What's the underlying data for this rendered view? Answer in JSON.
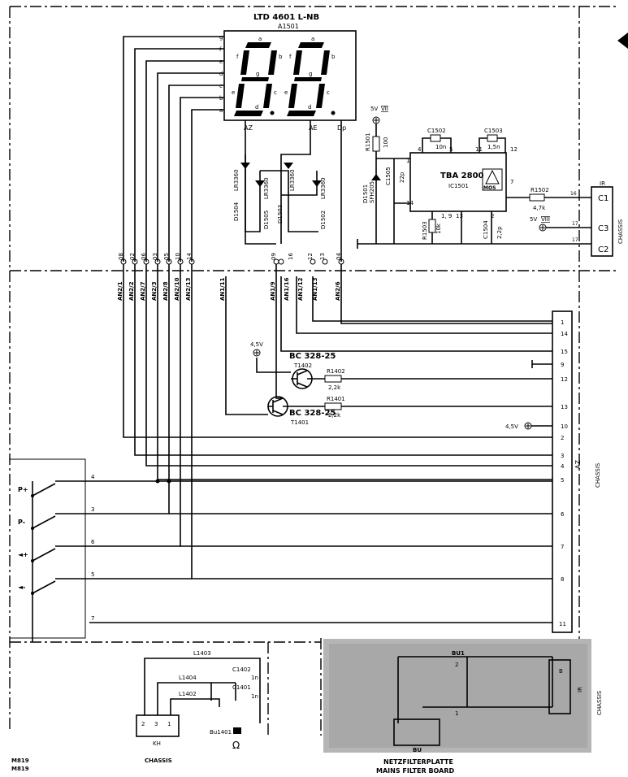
{
  "display": {
    "title": "LTD 4601 L-NB",
    "ref": "A1501",
    "pins": [
      "g",
      "f",
      "e",
      "d",
      "c",
      "b",
      "a"
    ],
    "seg_labels": [
      "a",
      "b",
      "c",
      "d",
      "e",
      "f",
      "g"
    ],
    "bottom_pins": [
      "AZ",
      "AE",
      "Dp"
    ]
  },
  "ic": {
    "name": "TBA 2800",
    "ref": "IC1501",
    "logo": "MOS",
    "pin_labels": [
      "4",
      "5",
      "11",
      "12",
      "7",
      "1",
      "1, 9",
      "13",
      "2",
      "14"
    ]
  },
  "power": {
    "v5_top": "5V",
    "v5_top_sub": "VII",
    "v5_mid": "5V",
    "v5_mid_sub": "VIII",
    "v45a": "4,5V",
    "v45b": "4,5V"
  },
  "components": {
    "r1501": "R1501",
    "r1501v": "100",
    "c1502": "C1502",
    "c1502v": "10n",
    "c1503": "C1503",
    "c1503v": "1,5n",
    "c1505": "C1505",
    "c1505v": "22p",
    "d1501": "D1501",
    "d1501t": "SFH205",
    "r1503": "R1503",
    "r1503v": "10k",
    "c1504": "C1504",
    "c1504v": "2,2p",
    "r1502": "R1502",
    "r1502v": "4,7k",
    "led1": "D1504",
    "led1t": "LR3360",
    "led2": "D1505",
    "led2t": "LR3360",
    "led3": "D1503",
    "led3t": "LR3360",
    "led4": "D1502",
    "led4t": "LR3360",
    "t1402": "T1402",
    "t1402t": "BC 328-25",
    "t1401": "T1401",
    "t1401t": "BC 328-25",
    "r1402": "R1402",
    "r1402v": "2,2k",
    "r1401": "R1401",
    "r1401v": "2,2k",
    "l1403": "L1403",
    "l1404": "L1404",
    "l1402": "L1402",
    "c1402": "C1402",
    "c1402v": "1n",
    "c1401": "C1401",
    "c1401v": "1n",
    "bu1401": "Bu1401",
    "kh": "KH",
    "kh_pins": [
      "2",
      "3",
      "1"
    ]
  },
  "conn_top": {
    "labels": [
      "C1",
      "C3",
      "C2"
    ],
    "ir": "IR",
    "chassis": "CHASSIS",
    "pins": [
      "16",
      "17",
      "17"
    ]
  },
  "conn_az": {
    "label": "AZ",
    "chassis": "CHASSIS",
    "pins": [
      "1",
      "14",
      "15",
      "9",
      "12",
      "13",
      "10",
      "2",
      "3",
      "4",
      "5",
      "6",
      "7",
      "8",
      "11"
    ]
  },
  "sep_pins": [
    "08",
    "02",
    "06",
    "03",
    "05",
    "10",
    "14",
    "09",
    "16",
    "12",
    "13",
    "04"
  ],
  "an_labels": [
    "AN2/1",
    "AN2/2",
    "AN2/7",
    "AN2/3",
    "AN2/8",
    "AN2/10",
    "AN2/13",
    "AN1/11",
    "AN1/9",
    "AN1/16",
    "AN1/12",
    "AN1/13",
    "AN2/6"
  ],
  "switches": {
    "labels": [
      "P+",
      "P-",
      "◄+",
      "◄-"
    ],
    "pins": [
      "4",
      "3",
      "6",
      "5",
      "7"
    ]
  },
  "footer": {
    "code1": "M819",
    "code2": "M819",
    "chassis": "CHASSIS",
    "board_de": "NETZFILTERPLATTE",
    "board_en": "MAINS FILTER BOARD",
    "board_chassis": "CHASSIS",
    "board_b": "B",
    "board_ir": "IR",
    "board_pins": [
      "BU1",
      "2",
      "1",
      "BU"
    ]
  }
}
